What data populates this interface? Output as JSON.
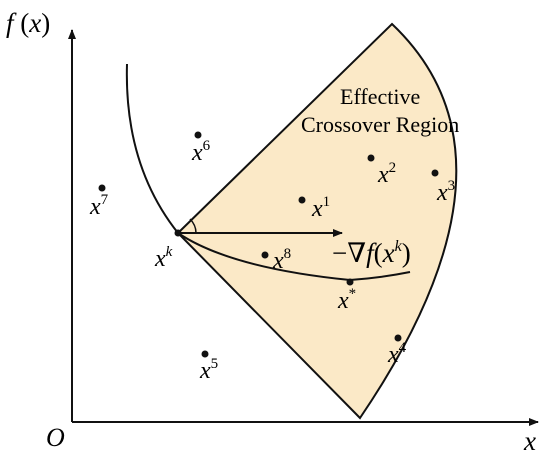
{
  "axes": {
    "y_label": "f (x)",
    "x_label": "x",
    "origin_label": "O"
  },
  "region": {
    "label_line1": "Effective",
    "label_line2": "Crossover Region",
    "fill_color": "#fbe9c7"
  },
  "current_point": {
    "base": "x",
    "sup": "k"
  },
  "gradient_label": {
    "prefix": "−∇",
    "f": "f",
    "open": "(",
    "x": "x",
    "sup": "k",
    "close": ")"
  },
  "optimum": {
    "base": "x",
    "sup": "*"
  },
  "points": [
    {
      "id": "1",
      "base": "x",
      "sup": "1"
    },
    {
      "id": "2",
      "base": "x",
      "sup": "2"
    },
    {
      "id": "3",
      "base": "x",
      "sup": "3"
    },
    {
      "id": "4",
      "base": "x",
      "sup": "4"
    },
    {
      "id": "5",
      "base": "x",
      "sup": "5"
    },
    {
      "id": "6",
      "base": "x",
      "sup": "6"
    },
    {
      "id": "7",
      "base": "x",
      "sup": "7"
    },
    {
      "id": "8",
      "base": "x",
      "sup": "8"
    }
  ],
  "colors": {
    "ink": "#111111",
    "region_fill": "#fbe9c7"
  }
}
